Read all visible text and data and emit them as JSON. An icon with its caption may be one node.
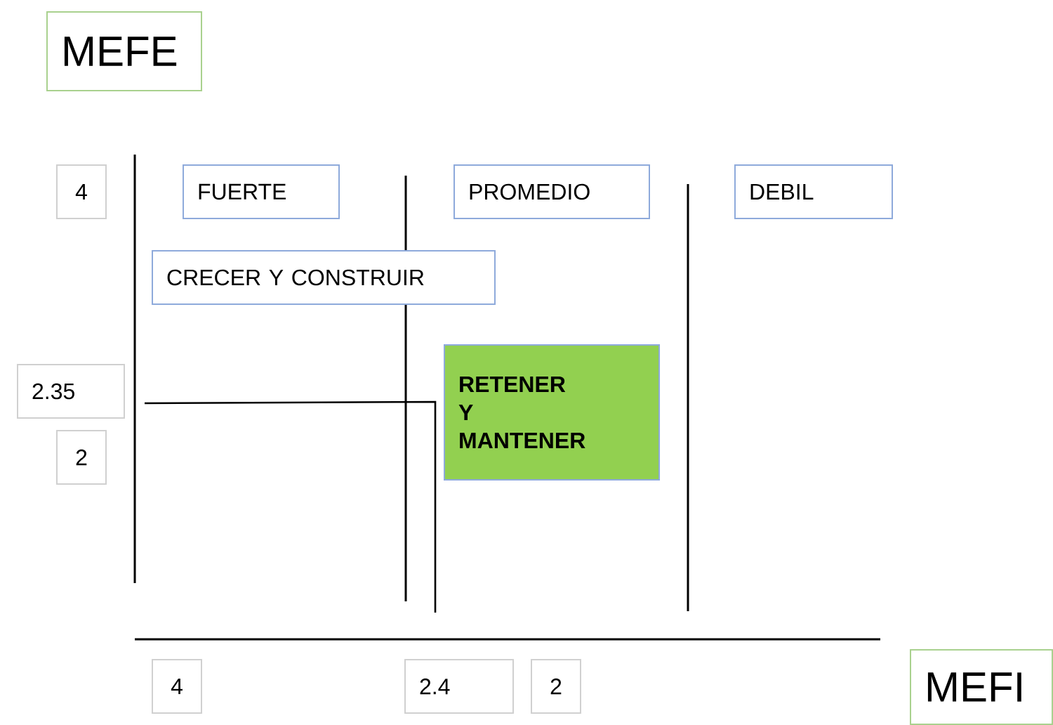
{
  "diagram": {
    "nodes": [
      {
        "text": [
          "MEFE"
        ]
      },
      {
        "text": [
          "4"
        ]
      },
      {
        "text": [
          "FUERTE"
        ]
      },
      {
        "text": [
          "PROMEDIO"
        ]
      },
      {
        "text": [
          "DEBIL"
        ]
      },
      {
        "text": [
          "CRECER Y CONSTRUIR"
        ]
      },
      {
        "text": [
          "2.35"
        ]
      },
      {
        "text": [
          "RETENER Y MANTENER"
        ]
      },
      {
        "text": [
          "2"
        ]
      },
      {
        "text": [
          "4"
        ]
      },
      {
        "text": [
          "2.4"
        ]
      },
      {
        "text": [
          "2"
        ]
      },
      {
        "text": [
          "MEFI"
        ]
      }
    ]
  }
}
